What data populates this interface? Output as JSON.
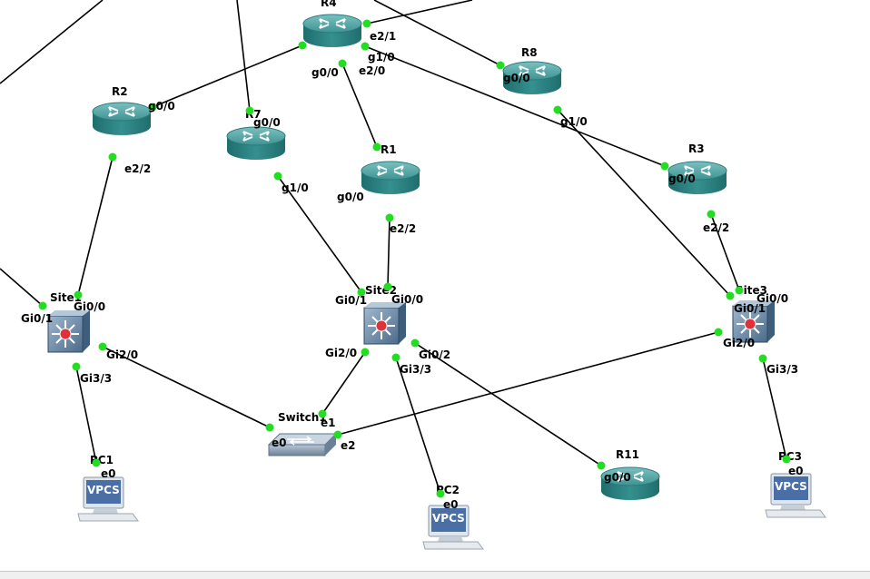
{
  "nodes": {
    "R4": {
      "label": "R4",
      "kind": "router"
    },
    "R8": {
      "label": "R8",
      "kind": "router"
    },
    "R2": {
      "label": "R2",
      "kind": "router"
    },
    "R7": {
      "label": "R7",
      "kind": "router"
    },
    "R1": {
      "label": "R1",
      "kind": "router"
    },
    "R3": {
      "label": "R3",
      "kind": "router"
    },
    "R11": {
      "label": "R11",
      "kind": "router"
    },
    "Site1": {
      "label": "Site1",
      "kind": "l3switch"
    },
    "Site2": {
      "label": "Site2",
      "kind": "l3switch"
    },
    "Site3": {
      "label": "Site3",
      "kind": "l3switch"
    },
    "Switch1": {
      "label": "Switch1",
      "kind": "switch"
    },
    "PC1": {
      "label": "PC1",
      "kind": "vpcs",
      "screen_text": "VPCS"
    },
    "PC2": {
      "label": "PC2",
      "kind": "vpcs",
      "screen_text": "VPCS"
    },
    "PC3": {
      "label": "PC3",
      "kind": "vpcs",
      "screen_text": "VPCS"
    }
  },
  "interface_labels": {
    "r4_e2_1": "e2/1",
    "r4_g1_0": "g1/0",
    "r4_e2_0": "e2/0",
    "r4_g0_0": "g0/0",
    "r8_g0_0": "g0/0",
    "r8_g1_0": "g1/0",
    "r2_g0_0": "g0/0",
    "r2_e2_2": "e2/2",
    "r7_g0_0": "g0/0",
    "r7_g1_0": "g1/0",
    "r1_g0_0": "g0/0",
    "r1_e2_2": "e2/2",
    "r3_g0_0": "g0/0",
    "r3_e2_2": "e2/2",
    "site1_gi0_1": "Gi0/1",
    "site1_gi0_0": "Gi0/0",
    "site1_gi2_0": "Gi2/0",
    "site1_gi3_3": "Gi3/3",
    "site2_gi0_1": "Gi0/1",
    "site2_gi0_0": "Gi0/0",
    "site2_gi2_0": "Gi2/0",
    "site2_gi0_2": "Gi0/2",
    "site2_gi3_3": "Gi3/3",
    "site3_gi0_0": "Gi0/0",
    "site3_gi0_1": "Gi0/1",
    "site3_gi2_0": "Gi2/0",
    "site3_gi3_3": "Gi3/3",
    "sw1_e0": "e0",
    "sw1_e1": "e1",
    "sw1_e2": "e2",
    "pc1_e0": "e0",
    "pc2_e0": "e0",
    "pc3_e0": "e0",
    "r11_g0_0": "g0/0"
  },
  "colors": {
    "router_body": "#2e8686",
    "router_top": "#5aa9a9",
    "l3switch_body": "#5e7f9e",
    "switch_body": "#7d93a8",
    "link": "#000000",
    "port_dot": "#22dd22",
    "l3_center": "#e0303a",
    "vpcs_screen": "#4a6ea6"
  },
  "icons": [
    "router-icon",
    "multilayer-switch-icon",
    "ethernet-switch-icon",
    "vpcs-computer-icon"
  ]
}
